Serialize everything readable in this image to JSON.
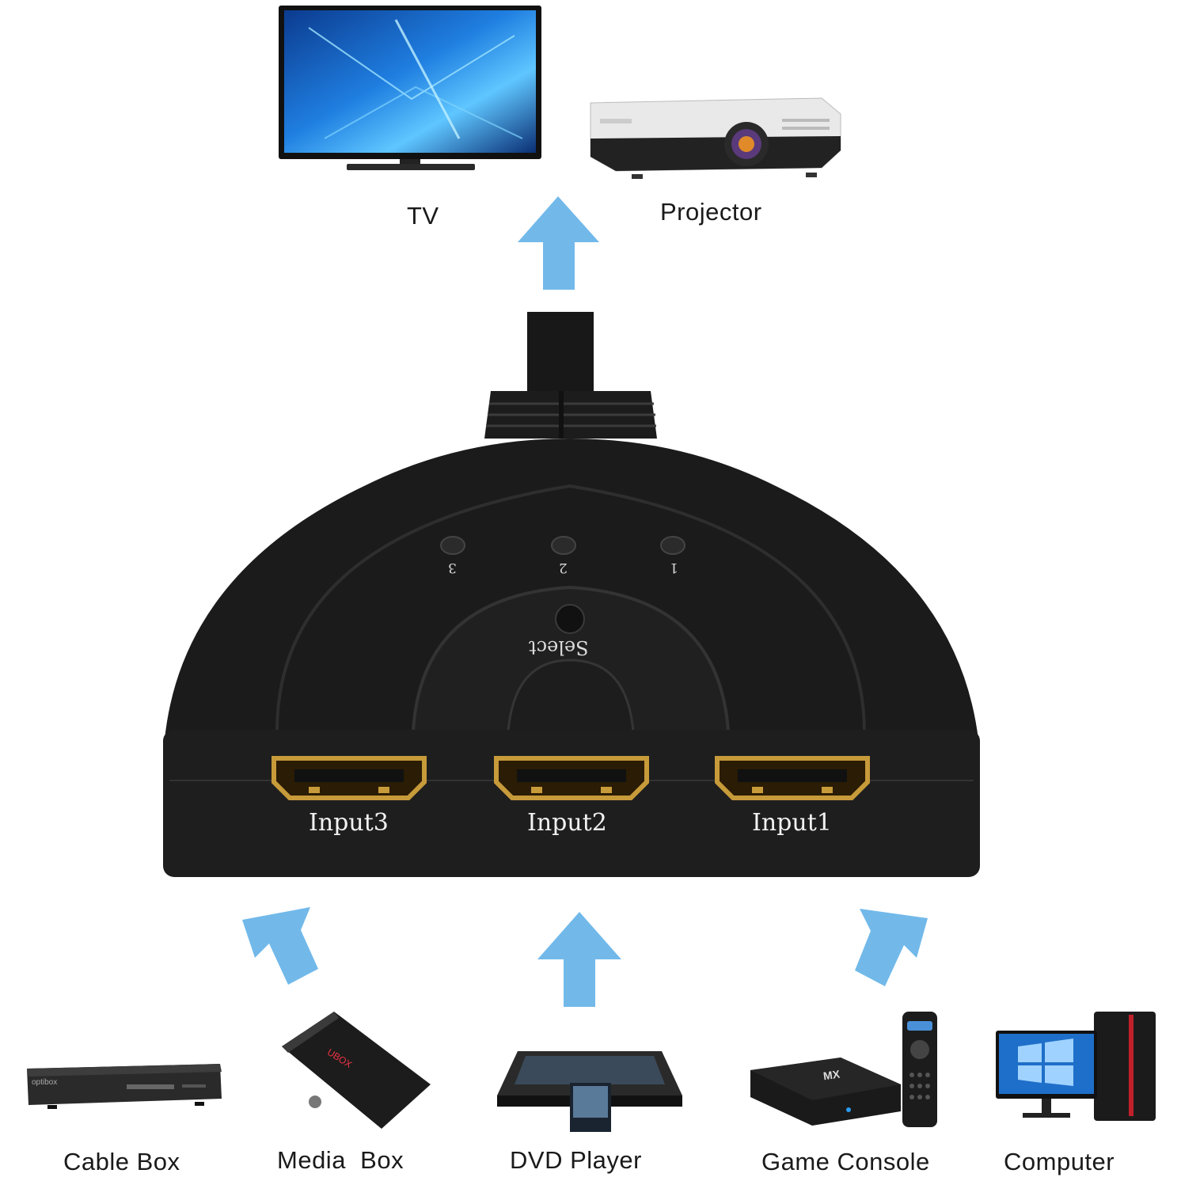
{
  "outputs": {
    "tv_label": "TV",
    "projector_label": "Projector"
  },
  "switch": {
    "leds": [
      "3",
      "2",
      "1"
    ],
    "select_label": "Select",
    "ports": [
      "Input3",
      "Input2",
      "Input1"
    ]
  },
  "sources": {
    "cable_box": "Cable Box",
    "media_box": "Media  Box",
    "dvd_player": "DVD Player",
    "game_console": "Game Console",
    "computer": "Computer"
  },
  "device_text": {
    "cable_box_brand": "optibox",
    "media_box_brand": "UBOX",
    "console_brand": "MX"
  },
  "colors": {
    "arrow": "#72b9ea",
    "switch_body": "#1b1b1b",
    "port_gold": "#c79a3a",
    "tv_screen": "#1e73d8"
  }
}
